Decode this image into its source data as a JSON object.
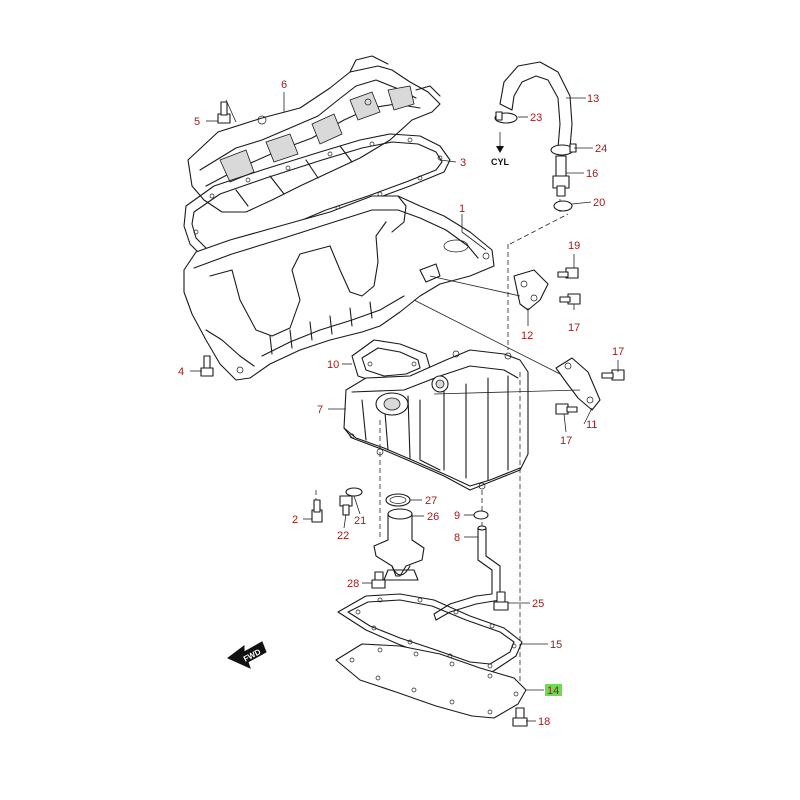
{
  "diagram": {
    "callouts": [
      {
        "id": "c1",
        "label": "1"
      },
      {
        "id": "c2",
        "label": "2"
      },
      {
        "id": "c3",
        "label": "3"
      },
      {
        "id": "c4",
        "label": "4"
      },
      {
        "id": "c5",
        "label": "5"
      },
      {
        "id": "c6",
        "label": "6"
      },
      {
        "id": "c7",
        "label": "7"
      },
      {
        "id": "c8",
        "label": "8"
      },
      {
        "id": "c9",
        "label": "9"
      },
      {
        "id": "c10",
        "label": "10"
      },
      {
        "id": "c11",
        "label": "11"
      },
      {
        "id": "c12",
        "label": "12"
      },
      {
        "id": "c13",
        "label": "13"
      },
      {
        "id": "c14",
        "label": "14",
        "highlighted": true
      },
      {
        "id": "c15",
        "label": "15"
      },
      {
        "id": "c16",
        "label": "16"
      },
      {
        "id": "c17a",
        "label": "17"
      },
      {
        "id": "c17b",
        "label": "17"
      },
      {
        "id": "c17c",
        "label": "17"
      },
      {
        "id": "c18",
        "label": "18"
      },
      {
        "id": "c19",
        "label": "19"
      },
      {
        "id": "c20",
        "label": "20"
      },
      {
        "id": "c21",
        "label": "21"
      },
      {
        "id": "c22",
        "label": "22"
      },
      {
        "id": "c23",
        "label": "23"
      },
      {
        "id": "c24",
        "label": "24"
      },
      {
        "id": "c25",
        "label": "25"
      },
      {
        "id": "c26",
        "label": "26"
      },
      {
        "id": "c27",
        "label": "27"
      },
      {
        "id": "c28",
        "label": "28"
      }
    ],
    "direction_labels": {
      "cyl": "CYL",
      "fwd": "FWD"
    },
    "colors": {
      "callout_text": "#a01c1c",
      "highlight": "#6ddc55",
      "line": "#1a1a1a"
    }
  }
}
